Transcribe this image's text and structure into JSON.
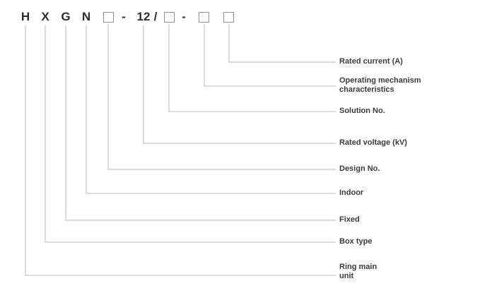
{
  "code": {
    "letters": [
      "H",
      "X",
      "G",
      "N"
    ],
    "dash1": "-",
    "voltage": "12",
    "slash": "/",
    "dash2": "-"
  },
  "labels": [
    {
      "text": "Rated current (A)"
    },
    {
      "text": "Operating mechanism characteristics"
    },
    {
      "text": "Solution No."
    },
    {
      "text": "Rated voltage (kV)"
    },
    {
      "text": "Design No."
    },
    {
      "text": "Indoor"
    },
    {
      "text": "Fixed"
    },
    {
      "text": "Box type"
    },
    {
      "text": "Ring main unit"
    }
  ]
}
